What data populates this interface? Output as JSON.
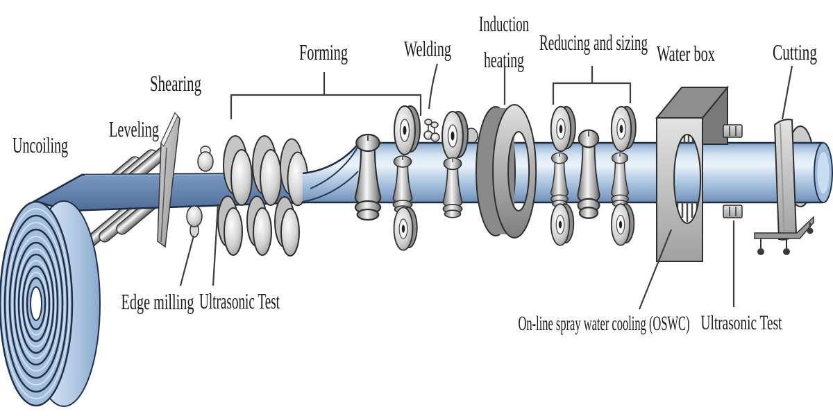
{
  "diagram": {
    "type": "process-flow-diagram",
    "subject": "steel pipe production line",
    "labels": {
      "uncoiling": "Uncoiling",
      "leveling": "Leveling",
      "shearing": "Shearing",
      "edge_milling": "Edge milling",
      "ultrasonic_test_1": "Ultrasonic Test",
      "forming": "Forming",
      "welding": "Welding",
      "induction_heating_line1": "Induction",
      "induction_heating_line2": "heating",
      "reducing_and_sizing": "Reducing and sizing",
      "water_box": "Water box",
      "oswc": "On-line spray water cooling (OSWC)",
      "ultrasonic_test_2": "Ultrasonic Test",
      "cutting": "Cutting"
    },
    "colors": {
      "background": "#ffffff",
      "strip_blue": "#6686b0",
      "pipe_highlight": "#ecf4fa",
      "pipe_shadow": "#6a88ad",
      "coil_face_blue": "#a3bedd",
      "machine_gray": "#c9c9c9",
      "outline_dark": "#2e2e2e",
      "outline_navy": "#1e2c42",
      "label_text": "#1a1a1a"
    }
  }
}
